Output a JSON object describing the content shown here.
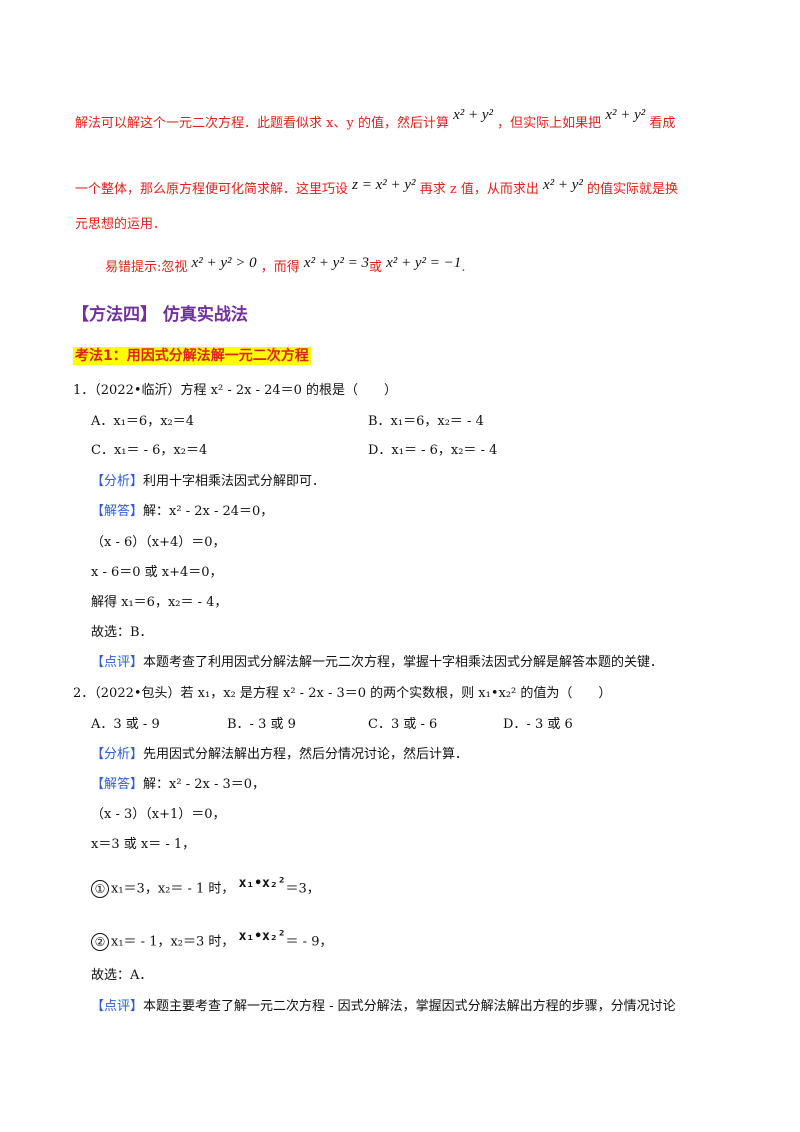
{
  "intro": {
    "line1_a": "解法可以解这个一元二次方程．此题看似求 x、y 的值，然后计算",
    "expr_sum": "x² + y²",
    "line1_b": "，但实际上如果把",
    "line1_c": "看成",
    "line2_a": "一个整体，那么原方程便可化简求解．这里巧设",
    "expr_z": "z = x² + y²",
    "line2_b": "再求 z 值，从而求出",
    "line2_c": "的值实际就是换",
    "line3": "元思想的运用．",
    "tip_label": "易错提示:",
    "tip_a": "忽视",
    "tip_expr1": "x² + y² > 0",
    "tip_b": "，而得",
    "tip_expr2": "x² + y² = 3",
    "tip_c": "或",
    "tip_expr3": "x² + y² = −1",
    "tip_d": "."
  },
  "section": {
    "title": "【方法四】 仿真实战法",
    "highlight": "考法1：用因式分解法解一元二次方程"
  },
  "q1": {
    "stem": "1．（2022•临沂）方程 x² - 2x - 24＝0 的根是（　　）",
    "optA": "A．x₁＝6，x₂＝4",
    "optB": "B．x₁＝6，x₂＝ - 4",
    "optC": "C．x₁＝ - 6，x₂＝4",
    "optD": "D．x₁＝ - 6，x₂＝ - 4",
    "analysis_tag": "【分析】",
    "analysis": "利用十字相乘法因式分解即可．",
    "solution_tag": "【解答】",
    "sol1": "解：x² - 2x - 24＝0，",
    "sol2": "（x - 6）（x+4）＝0，",
    "sol3": "x - 6＝0 或 x+4＝0，",
    "sol4": "解得 x₁＝6，x₂＝ - 4，",
    "sol5": "故选：B．",
    "comment_tag": "【点评】",
    "comment": "本题考查了利用因式分解法解一元二次方程，掌握十字相乘法因式分解是解答本题的关键．"
  },
  "q2": {
    "stem": "2．（2022•包头）若 x₁，x₂ 是方程 x² - 2x - 3＝0 的两个实数根，则 x₁•x₂² 的值为（　　）",
    "optA": "A．3 或 - 9",
    "optB": "B．- 3 或 9",
    "optC": "C．3 或 - 6",
    "optD": "D．- 3 或 6",
    "analysis_tag": "【分析】",
    "analysis": "先用因式分解法解出方程，然后分情况讨论，然后计算．",
    "solution_tag": "【解答】",
    "sol1": "解：x² - 2x - 3＝0，",
    "sol2": "（x - 3）（x+1）＝0，",
    "sol3": "x＝3 或 x＝ - 1，",
    "case1_num": "①",
    "case1": "x₁＝3，x₂＝ - 1 时，",
    "case1_expr": "x₁•x₂²",
    "case1_res": "＝3，",
    "case2_num": "②",
    "case2": "x₁＝ - 1，x₂＝3 时，",
    "case2_expr": "x₁•x₂²",
    "case2_res": "＝ - 9，",
    "sol_end": "故选：A．",
    "comment_tag": "【点评】",
    "comment": "本题主要考查了解一元二次方程 - 因式分解法，掌握因式分解法解出方程的步骤，分情况讨论"
  }
}
